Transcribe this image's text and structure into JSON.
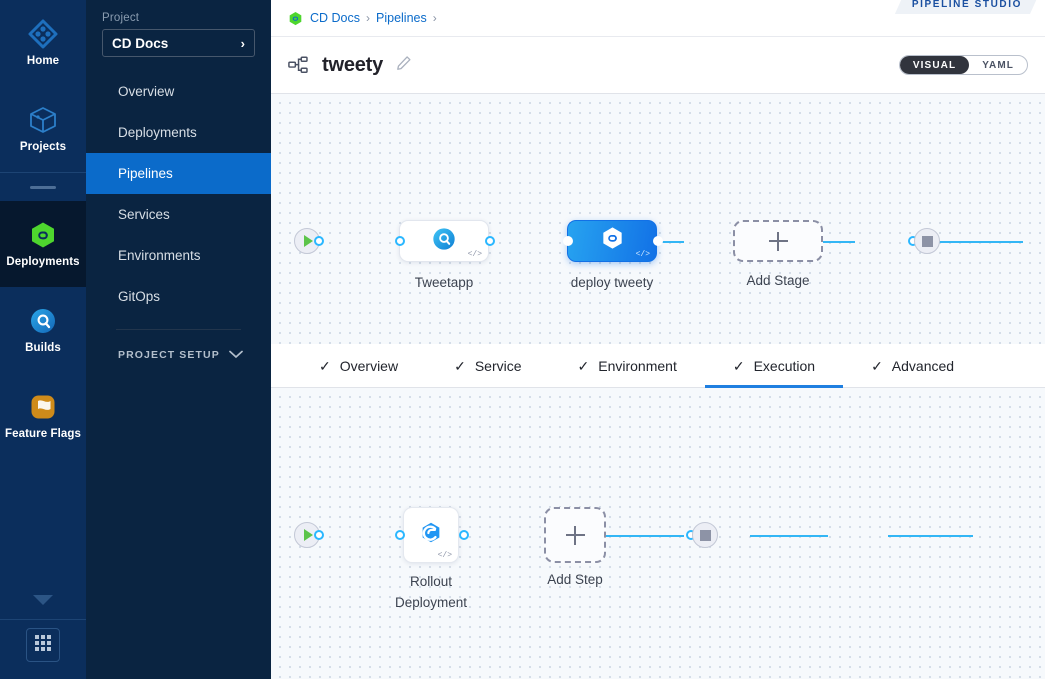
{
  "rail": {
    "items": [
      {
        "label": "Home",
        "icon": "home-diamond-icon",
        "active": false
      },
      {
        "label": "Projects",
        "icon": "cube-icon",
        "active": false
      },
      {
        "label": "Deployments",
        "icon": "cd-hexagon-icon",
        "active": true
      },
      {
        "label": "Builds",
        "icon": "ci-circle-icon",
        "active": false
      },
      {
        "label": "Feature Flags",
        "icon": "flag-icon",
        "active": false
      }
    ],
    "more_caret": "caret-down-icon",
    "grid_button": "app-grid-icon"
  },
  "projnav": {
    "section_label": "Project",
    "project_name": "CD Docs",
    "project_chevron": "chevron-right-icon",
    "items": [
      {
        "label": "Overview",
        "active": false
      },
      {
        "label": "Deployments",
        "active": false
      },
      {
        "label": "Pipelines",
        "active": true
      },
      {
        "label": "Services",
        "active": false
      },
      {
        "label": "Environments",
        "active": false
      },
      {
        "label": "GitOps",
        "active": false
      }
    ],
    "setup_label": "PROJECT SETUP",
    "setup_chevron": "chevron-down-icon"
  },
  "header": {
    "breadcrumbs": [
      {
        "label": "CD Docs",
        "sep": "›"
      },
      {
        "label": "Pipelines",
        "sep": "›"
      }
    ],
    "studio_badge": "PIPELINE STUDIO",
    "pipeline_title": "tweety",
    "edit_icon": "pencil-icon",
    "title_icon": "pipeline-nodes-icon",
    "view_toggle": {
      "options": [
        "VISUAL",
        "YAML"
      ],
      "selected": "VISUAL"
    }
  },
  "stage_canvas": {
    "start_node": "start-play-node",
    "end_node": "stop-square-node",
    "stages": [
      {
        "label": "Tweetapp",
        "icon": "ci-build-icon",
        "selected": false,
        "code_badge": "</>"
      },
      {
        "label": "deploy tweety",
        "icon": "cd-infinity-hexagon-icon",
        "selected": true,
        "code_badge": "</>"
      }
    ],
    "add_stage_label": "Add Stage",
    "add_icon": "plus-icon"
  },
  "tabs": [
    {
      "label": "Overview",
      "check": "✓",
      "active": false
    },
    {
      "label": "Service",
      "check": "✓",
      "active": false
    },
    {
      "label": "Environment",
      "check": "✓",
      "active": false
    },
    {
      "label": "Execution",
      "check": "✓",
      "active": true
    },
    {
      "label": "Advanced",
      "check": "✓",
      "active": false
    }
  ],
  "exec_canvas": {
    "start_node": "start-play-node",
    "end_node": "stop-square-node",
    "steps": [
      {
        "label": "Rollout\nDeployment",
        "label_line1": "Rollout",
        "label_line2": "Deployment",
        "icon": "rollout-hexagon-icon",
        "code_badge": "</>"
      }
    ],
    "add_step_label": "Add Step",
    "add_icon": "plus-icon"
  },
  "colors": {
    "rail_bg": "#0b2e5c",
    "rail_active": "#06182e",
    "projnav_bg": "#0a2441",
    "nav_active": "#0b6bca",
    "accent_blue": "#1f7fe0",
    "connector": "#33b6f5",
    "canvas_bg": "#f6f9fc",
    "stage_selected_from": "#27a3f0",
    "stage_selected_to": "#1271e6",
    "start_green": "#5cc44a",
    "stop_gray": "#8d93a6"
  }
}
